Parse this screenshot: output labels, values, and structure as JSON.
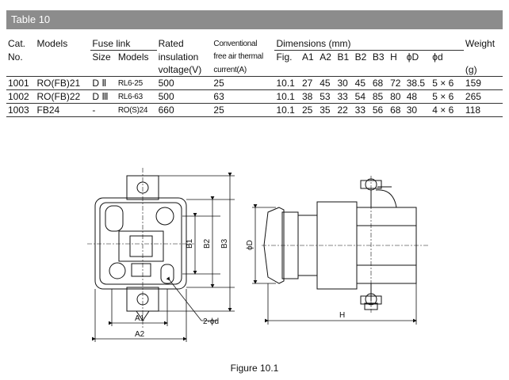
{
  "table_title": "Table 10",
  "headers": {
    "cat": "Cat.",
    "no": "No.",
    "models": "Models",
    "fuse_link": "Fuse link",
    "size": "Size",
    "fuse_models": "Models",
    "rated_1": "Rated",
    "rated_2": "insulation",
    "rated_3": "voltage(V)",
    "conv_1": "Conventional",
    "conv_2": "free air thermal",
    "conv_3": "current(A)",
    "dimensions": "Dimensions (mm)",
    "fig": "Fig.",
    "a1": "A1",
    "a2": "A2",
    "b1": "B1",
    "b2": "B2",
    "b3": "B3",
    "h": "H",
    "phi_d_upper": "ϕD",
    "phi_d_lower": "ϕd",
    "weight": "Weight",
    "weight_unit": "(g)"
  },
  "rows": [
    {
      "cat": "1001",
      "model": "RO(FB)21",
      "size": "D Ⅱ",
      "fuse_model": "RL6-25",
      "voltage": "500",
      "current": "25",
      "fig": "10.1",
      "a1": "27",
      "a2": "45",
      "b1": "30",
      "b2": "45",
      "b3": "68",
      "h": "72",
      "phiD": "38.5",
      "phid": "5 × 6",
      "weight": "159"
    },
    {
      "cat": "1002",
      "model": "RO(FB)22",
      "size": "D Ⅲ",
      "fuse_model": "RL6-63",
      "voltage": "500",
      "current": "63",
      "fig": "10.1",
      "a1": "38",
      "a2": "53",
      "b1": "33",
      "b2": "54",
      "b3": "85",
      "h": "80",
      "phiD": "48",
      "phid": "5 × 6",
      "weight": "265"
    },
    {
      "cat": "1003",
      "model": "FB24",
      "size": "-",
      "fuse_model": "RO(S)24",
      "voltage": "660",
      "current": "25",
      "fig": "10.1",
      "a1": "25",
      "a2": "35",
      "b1": "22",
      "b2": "33",
      "b3": "56",
      "h": "68",
      "phiD": "30",
      "phid": "4 × 6",
      "weight": "118"
    }
  ],
  "figure_labels": {
    "a1": "A1",
    "a2": "A2",
    "b1": "B1",
    "b2": "B2",
    "b3": "B3",
    "phid": "2-ϕd",
    "phiD": "ϕD",
    "h": "H"
  },
  "caption": "Figure 10.1"
}
